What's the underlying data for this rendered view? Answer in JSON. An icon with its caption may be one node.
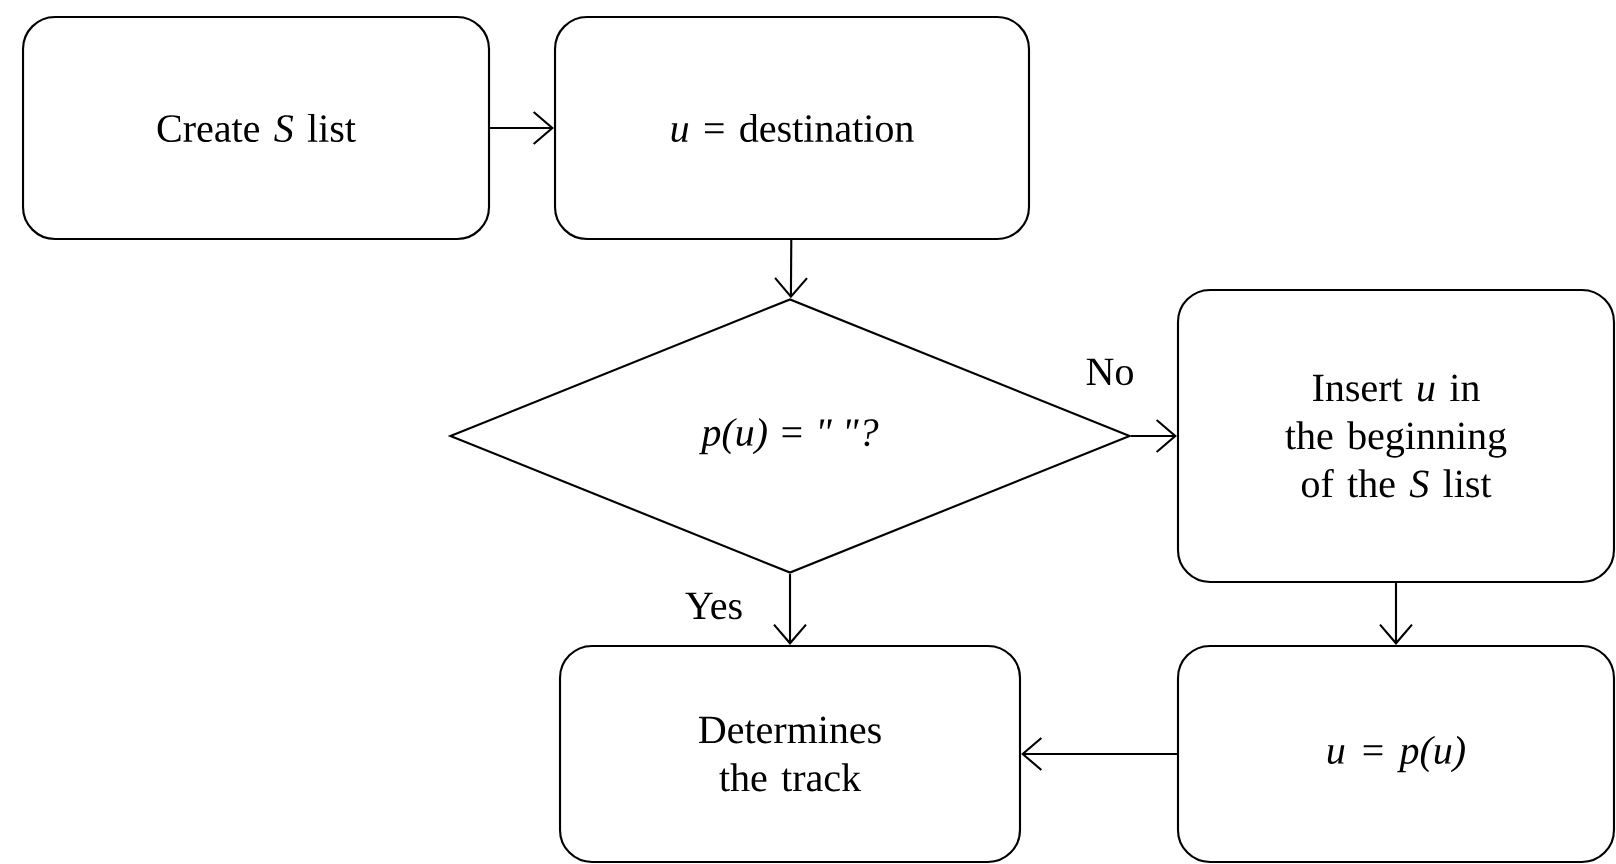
{
  "diagram": {
    "nodes": [
      {
        "text": [
          "Create *S* list"
        ]
      },
      {
        "text": [
          "*u* = destination"
        ]
      },
      {
        "text": [
          "p(u) = \" \"?"
        ]
      },
      {
        "text": [
          "Insert *u* in the beginning of the *S* list"
        ]
      },
      {
        "text": [
          "Determines the track"
        ]
      },
      {
        "text": [
          "u = p(u)"
        ]
      }
    ],
    "edges": [
      {
        "from": 0,
        "to": 1,
        "arrow": "to"
      },
      {
        "from": 1,
        "to": 2,
        "arrow": "to"
      },
      {
        "from": 2,
        "to": 3,
        "arrow": "to",
        "label": "No"
      },
      {
        "from": 2,
        "to": 4,
        "arrow": "to",
        "label": "Yes"
      },
      {
        "from": 3,
        "to": 5,
        "arrow": "to"
      },
      {
        "from": 5,
        "to": 4,
        "arrow": "to"
      }
    ]
  }
}
